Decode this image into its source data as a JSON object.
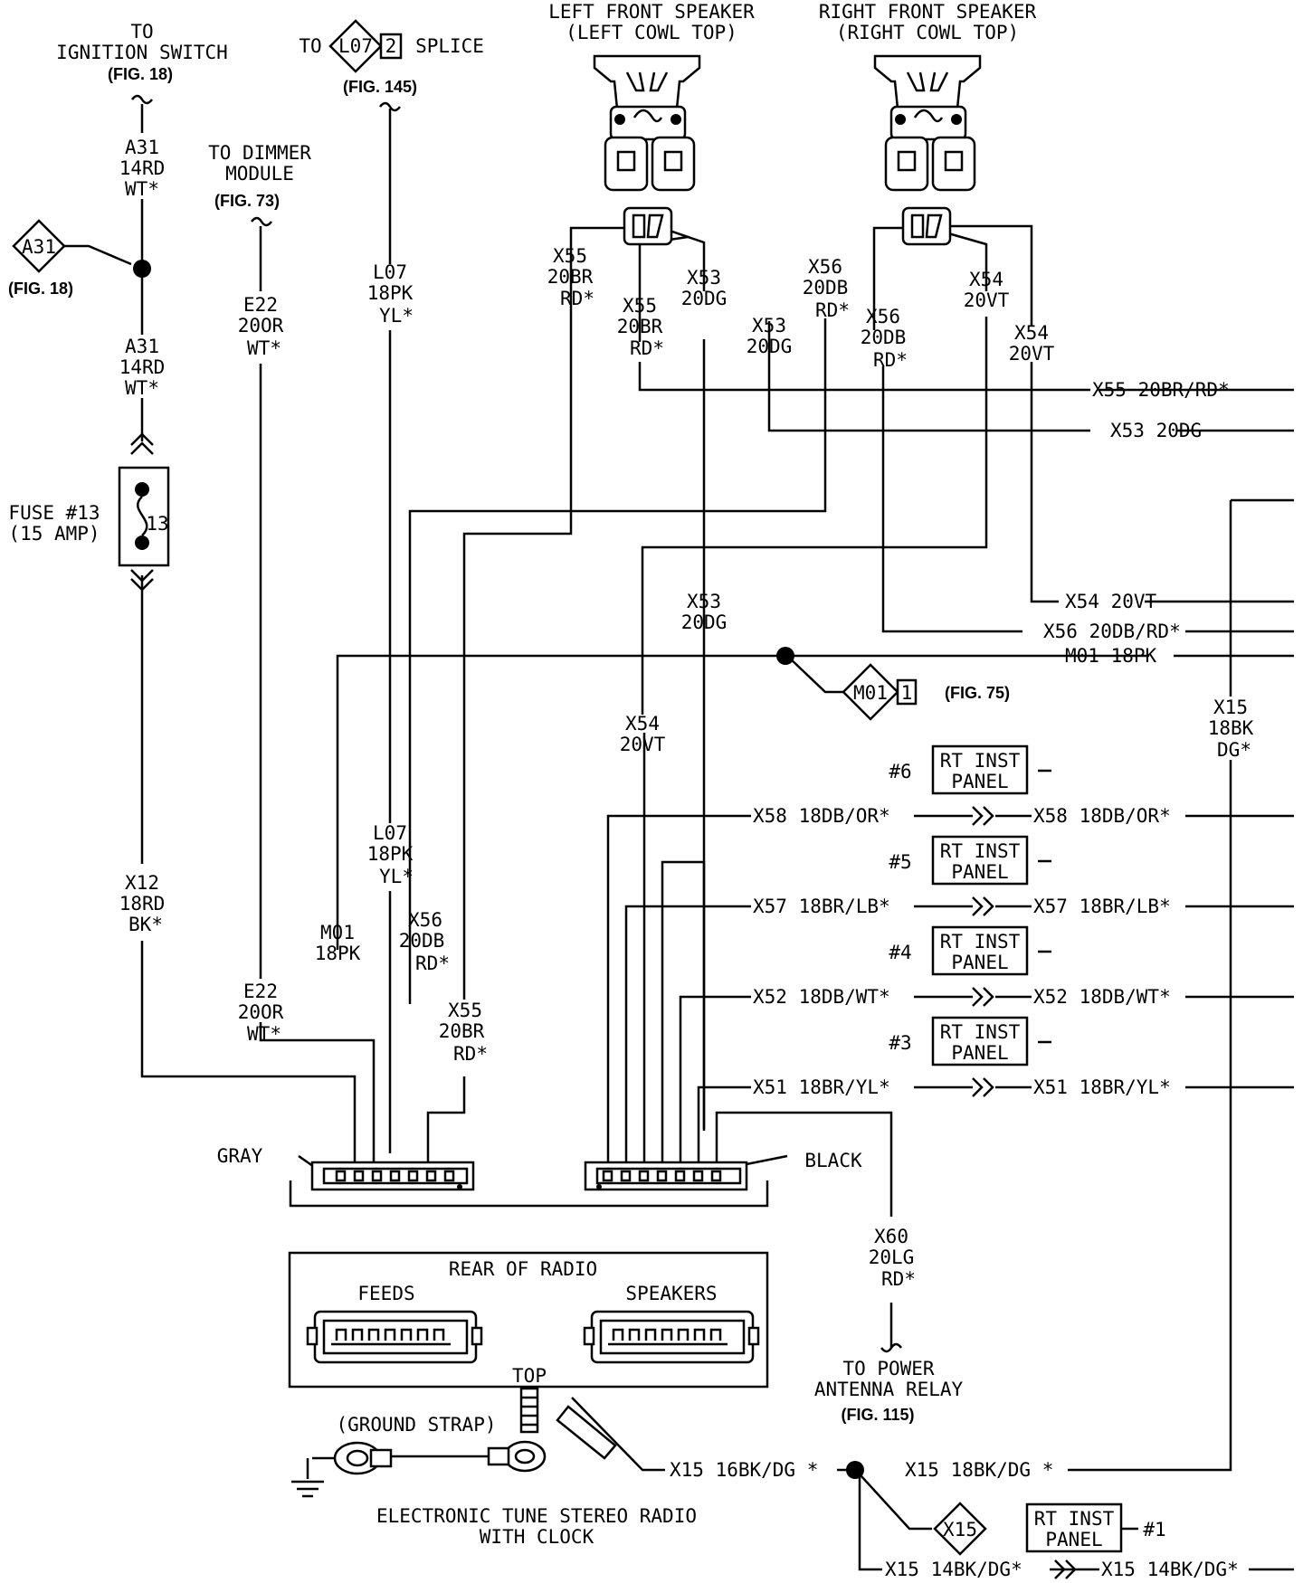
{
  "title": "ELECTRONIC TUNE STEREO RADIO WITH CLOCK",
  "title_lines": [
    "ELECTRONIC TUNE STEREO RADIO",
    "WITH CLOCK"
  ],
  "top_refs": {
    "ignition": [
      "TO",
      "IGNITION SWITCH"
    ],
    "ignition_fig": "(FIG. 18)",
    "splice_to": "TO",
    "splice_code": "L07",
    "splice_num": "2",
    "splice_word": "SPLICE",
    "splice_fig": "(FIG. 145)",
    "dimmer": [
      "TO DIMMER",
      "MODULE"
    ],
    "dimmer_fig": "(FIG. 73)",
    "a31_code": "A31",
    "a31_fig": "(FIG. 18)",
    "m01_code": "M01",
    "m01_num": "1",
    "m01_fig": "(FIG. 75)",
    "x15_code": "X15"
  },
  "speakers": {
    "left": [
      "LEFT FRONT SPEAKER",
      "(LEFT COWL TOP)"
    ],
    "right": [
      "RIGHT FRONT SPEAKER",
      "(RIGHT COWL TOP)"
    ]
  },
  "fuse": {
    "label": [
      "FUSE #13",
      "(15 AMP)"
    ],
    "number": "13"
  },
  "wires": {
    "a31_upper": [
      "A31",
      "14RD",
      "WT*"
    ],
    "a31_lower": [
      "A31",
      "14RD",
      "WT*"
    ],
    "e22_upper": [
      "E22",
      "20OR",
      "WT*"
    ],
    "e22_lower": [
      "E22",
      "20OR",
      "WT*"
    ],
    "l07_upper": [
      "L07",
      "18PK",
      "YL*"
    ],
    "l07_lower": [
      "L07",
      "18PK",
      "YL*"
    ],
    "x12": [
      "X12",
      "18RD",
      "BK*"
    ],
    "m01": [
      "M01",
      "18PK"
    ],
    "x56_lower": [
      "X56",
      "20DB",
      "RD*"
    ],
    "x55_lower": [
      "X55",
      "20BR",
      "RD*"
    ],
    "x55_a": [
      "X55",
      "20BR",
      "RD*"
    ],
    "x55_b": [
      "X55",
      "20BR",
      "RD*"
    ],
    "x53_a": [
      "X53",
      "20DG"
    ],
    "x53_b": [
      "X53",
      "20DG"
    ],
    "x53_mid": [
      "X53",
      "20DG"
    ],
    "x56_a": [
      "X56",
      "20DB",
      "RD*"
    ],
    "x56_b": [
      "X56",
      "20DB",
      "RD*"
    ],
    "x54_a": [
      "X54",
      "20VT"
    ],
    "x54_b": [
      "X54",
      "20VT"
    ],
    "x54_mid": [
      "X54",
      "20VT"
    ],
    "x15_vert": [
      "X15",
      "18BK",
      "DG*"
    ],
    "x60": [
      "X60",
      "20LG",
      "RD*"
    ]
  },
  "right_labels": {
    "x55": "X55 20BR/RD*",
    "x53": "X53 20DG",
    "x54": "X54 20VT",
    "x56": "X56 20DB/RD*",
    "m01": "M01 18PK"
  },
  "radio_lines": [
    {
      "left": "X58 18DB/OR*",
      "right": "X58 18DB/OR*"
    },
    {
      "left": "X57 18BR/LB*",
      "right": "X57 18BR/LB*"
    },
    {
      "left": "X52 18DB/WT*",
      "right": "X52 18DB/WT*"
    },
    {
      "left": "X51 18BR/YL*",
      "right": "X51 18BR/YL*"
    }
  ],
  "panels": [
    {
      "num": "#6",
      "label": [
        "RT INST",
        "PANEL"
      ]
    },
    {
      "num": "#5",
      "label": [
        "RT INST",
        "PANEL"
      ]
    },
    {
      "num": "#4",
      "label": [
        "RT INST",
        "PANEL"
      ]
    },
    {
      "num": "#3",
      "label": [
        "RT INST",
        "PANEL"
      ]
    },
    {
      "num": "#1",
      "label": [
        "RT INST",
        "PANEL"
      ]
    }
  ],
  "connectors": {
    "gray": "GRAY",
    "black": "BLACK"
  },
  "rear_box": {
    "title": "REAR OF RADIO",
    "feeds": "FEEDS",
    "speakers": "SPEAKERS"
  },
  "antenna": [
    "TO POWER",
    "ANTENNA RELAY"
  ],
  "antenna_fig": "(FIG. 115)",
  "ground": {
    "top": "TOP",
    "strap": "(GROUND STRAP)"
  },
  "bottom_wires": {
    "x15_16": "X15 16BK/DG *",
    "x15_18": "X15 18BK/DG *",
    "x15_14a": "X15 14BK/DG*",
    "x15_14b": "X15 14BK/DG*"
  }
}
